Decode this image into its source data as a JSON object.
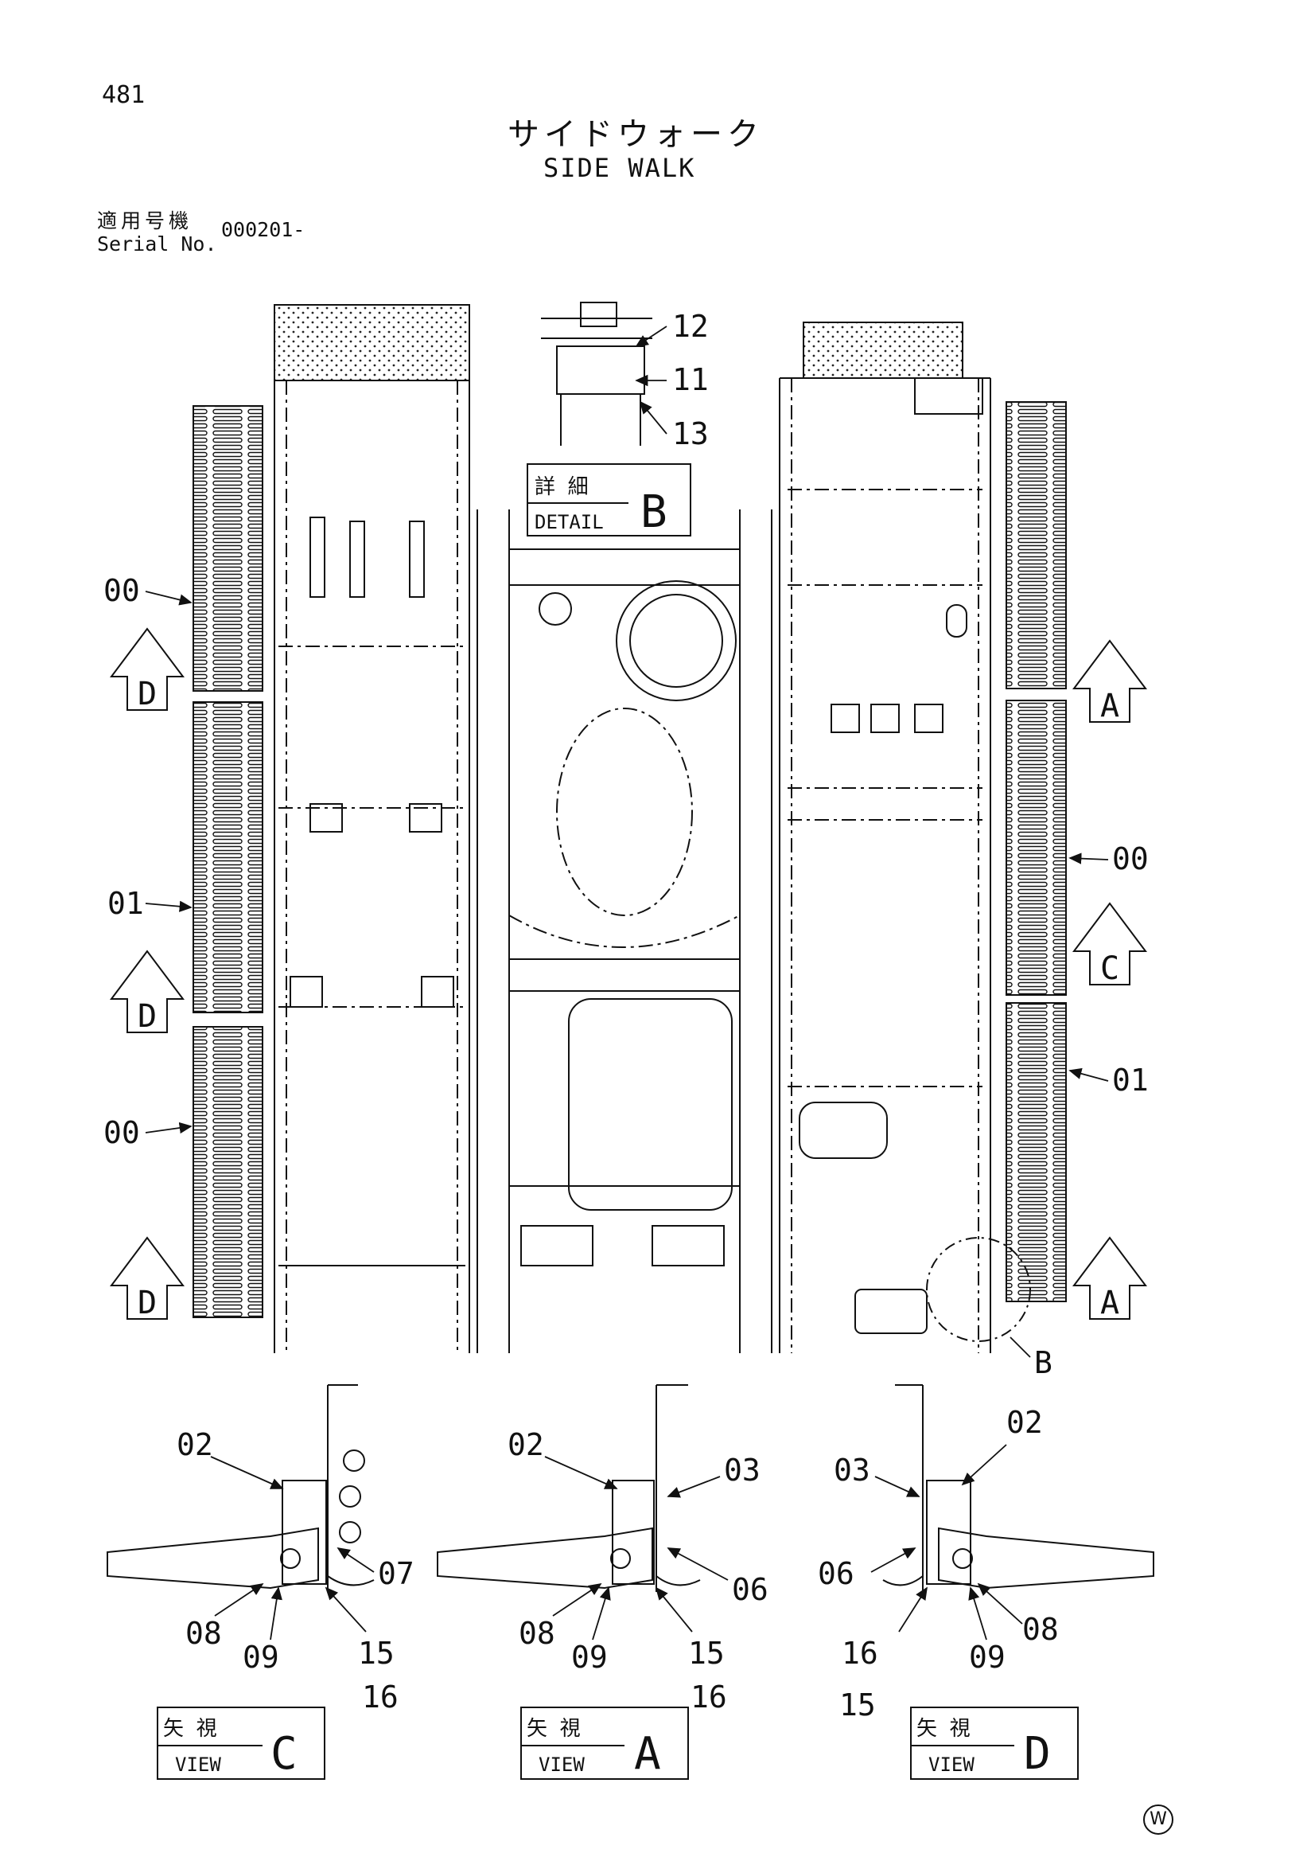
{
  "header": {
    "page_number": "481",
    "title_jp": "サイドウォーク",
    "title_en": "SIDE WALK",
    "serial_label_jp": "適用号機",
    "serial_label_en": "Serial No.",
    "serial_value": "000201-"
  },
  "detail_box": {
    "jp": "詳 細",
    "en": "DETAIL",
    "letter": "B"
  },
  "view_boxes": [
    {
      "jp": "矢 視",
      "en": "VIEW",
      "letter": "C"
    },
    {
      "jp": "矢 視",
      "en": "VIEW",
      "letter": "A"
    },
    {
      "jp": "矢 視",
      "en": "VIEW",
      "letter": "D"
    }
  ],
  "arrows": {
    "left": [
      "D",
      "D",
      "D"
    ],
    "right": [
      "A",
      "C",
      "A"
    ]
  },
  "main_callouts": {
    "left_top": "00",
    "left_mid": "01",
    "left_bottom": "00",
    "right_mid": "00",
    "right_bottom": "01",
    "detail_b_12": "12",
    "detail_b_11": "11",
    "detail_b_13": "13",
    "circle_b": "B"
  },
  "view_c_callouts": {
    "a": "02",
    "b": "07",
    "c": "08",
    "d": "09",
    "e": "15",
    "f": "16"
  },
  "view_a_callouts": {
    "a": "02",
    "b": "03",
    "c": "06",
    "d": "08",
    "e": "09",
    "f": "15",
    "g": "16"
  },
  "view_d_callouts": {
    "a": "03",
    "b": "02",
    "c": "06",
    "d": "16",
    "e": "08",
    "f": "09",
    "g": "15"
  },
  "corner_mark": "W"
}
